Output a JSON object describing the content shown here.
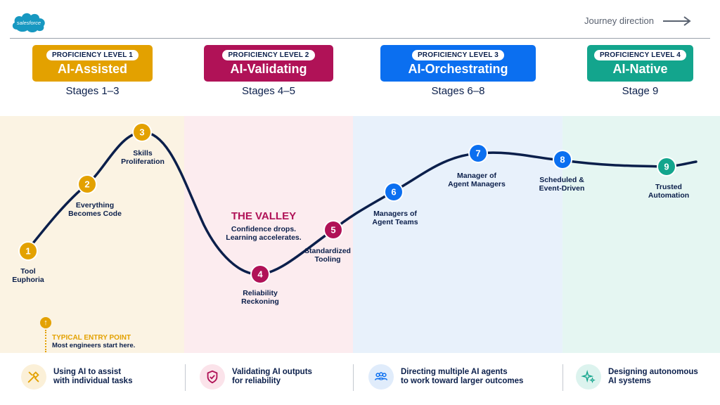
{
  "brand": {
    "logo_text": "salesforce",
    "color": "#1798c1"
  },
  "header": {
    "journey_label": "Journey direction"
  },
  "levels": [
    {
      "pill": "PROFICIENCY LEVEL 1",
      "name": "AI-Assisted",
      "stages": "Stages 1–3",
      "color": "#e3a100",
      "band": "#fbf3e3"
    },
    {
      "pill": "PROFICIENCY LEVEL 2",
      "name": "AI-Validating",
      "stages": "Stages 4–5",
      "color": "#b01257",
      "band": "#fcecef"
    },
    {
      "pill": "PROFICIENCY LEVEL 3",
      "name": "AI-Orchestrating",
      "stages": "Stages 6–8",
      "color": "#0b6ff0",
      "band": "#e8f1fb"
    },
    {
      "pill": "PROFICIENCY LEVEL 4",
      "name": "AI-Native",
      "stages": "Stage 9",
      "color": "#13a58d",
      "band": "#e5f6f2"
    }
  ],
  "nodes": [
    {
      "num": "1",
      "label": "Tool\nEuphoria",
      "level": 0
    },
    {
      "num": "2",
      "label": "Everything\nBecomes Code",
      "level": 0
    },
    {
      "num": "3",
      "label": "Skills\nProliferation",
      "level": 0
    },
    {
      "num": "4",
      "label": "Reliability\nReckoning",
      "level": 1
    },
    {
      "num": "5",
      "label": "Standardized\nTooling",
      "level": 1
    },
    {
      "num": "6",
      "label": "Managers of\nAgent Teams",
      "level": 2
    },
    {
      "num": "7",
      "label": "Manager of\nAgent Managers",
      "level": 2
    },
    {
      "num": "8",
      "label": "Scheduled &\nEvent-Driven",
      "level": 2
    },
    {
      "num": "9",
      "label": "Trusted\nAutomation",
      "level": 3
    }
  ],
  "valley": {
    "title": "THE VALLEY",
    "subtitle": "Confidence drops.\nLearning accelerates."
  },
  "entry": {
    "title": "TYPICAL ENTRY POINT",
    "subtitle": "Most engineers start here."
  },
  "footer": [
    {
      "icon": "tools-icon",
      "text": "Using AI to assist\nwith individual tasks"
    },
    {
      "icon": "shield-check-icon",
      "text": "Validating AI outputs\nfor reliability"
    },
    {
      "icon": "people-icon",
      "text": "Directing multiple AI agents\nto work toward larger outcomes"
    },
    {
      "icon": "sparkle-icon",
      "text": "Designing autonomous\nAI systems"
    }
  ],
  "curve_color": "#0b1f4b"
}
